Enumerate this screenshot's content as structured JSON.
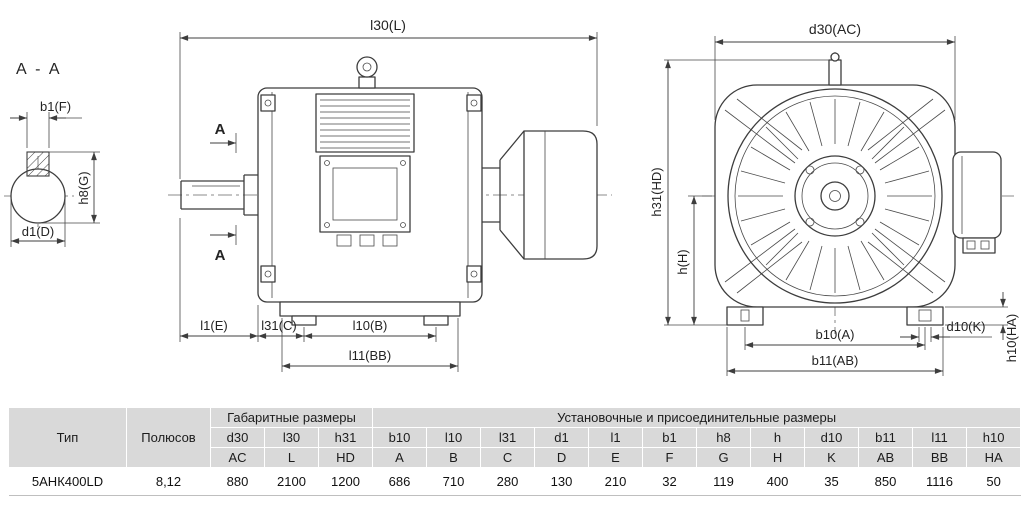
{
  "drawing": {
    "section_view": {
      "title": "А - А",
      "dim_b1": "b1(F)",
      "dim_h8": "h8(G)",
      "dim_d1": "d1(D)"
    },
    "side_view": {
      "dim_l30": "l30(L)",
      "dim_l1": "l1(E)",
      "dim_l31": "l31(C)",
      "dim_l10": "l10(B)",
      "dim_l11": "l11(BB)",
      "section_mark": "А"
    },
    "front_view": {
      "dim_d30": "d30(AC)",
      "dim_h31": "h31(HD)",
      "dim_h": "h(H)",
      "dim_b10": "b10(A)",
      "dim_d10": "d10(K)",
      "dim_b11": "b11(AB)",
      "dim_h10": "h10(HA)"
    }
  },
  "table": {
    "type_header": "Тип",
    "poles_header": "Полюсов",
    "group1": "Габаритные размеры",
    "group2": "Установочные и присоединительные размеры",
    "dims": [
      {
        "code": "d30",
        "alt": "AC",
        "value": "880"
      },
      {
        "code": "l30",
        "alt": "L",
        "value": "2100"
      },
      {
        "code": "h31",
        "alt": "HD",
        "value": "1200"
      },
      {
        "code": "b10",
        "alt": "A",
        "value": "686"
      },
      {
        "code": "l10",
        "alt": "B",
        "value": "710"
      },
      {
        "code": "l31",
        "alt": "C",
        "value": "280"
      },
      {
        "code": "d1",
        "alt": "D",
        "value": "130"
      },
      {
        "code": "l1",
        "alt": "E",
        "value": "210"
      },
      {
        "code": "b1",
        "alt": "F",
        "value": "32"
      },
      {
        "code": "h8",
        "alt": "G",
        "value": "119"
      },
      {
        "code": "h",
        "alt": "H",
        "value": "400"
      },
      {
        "code": "d10",
        "alt": "K",
        "value": "35"
      },
      {
        "code": "b11",
        "alt": "AB",
        "value": "850"
      },
      {
        "code": "l11",
        "alt": "BB",
        "value": "1116"
      },
      {
        "code": "h10",
        "alt": "HA",
        "value": "50"
      }
    ],
    "row": {
      "type": "5АНК400LD",
      "poles": "8,12"
    }
  }
}
